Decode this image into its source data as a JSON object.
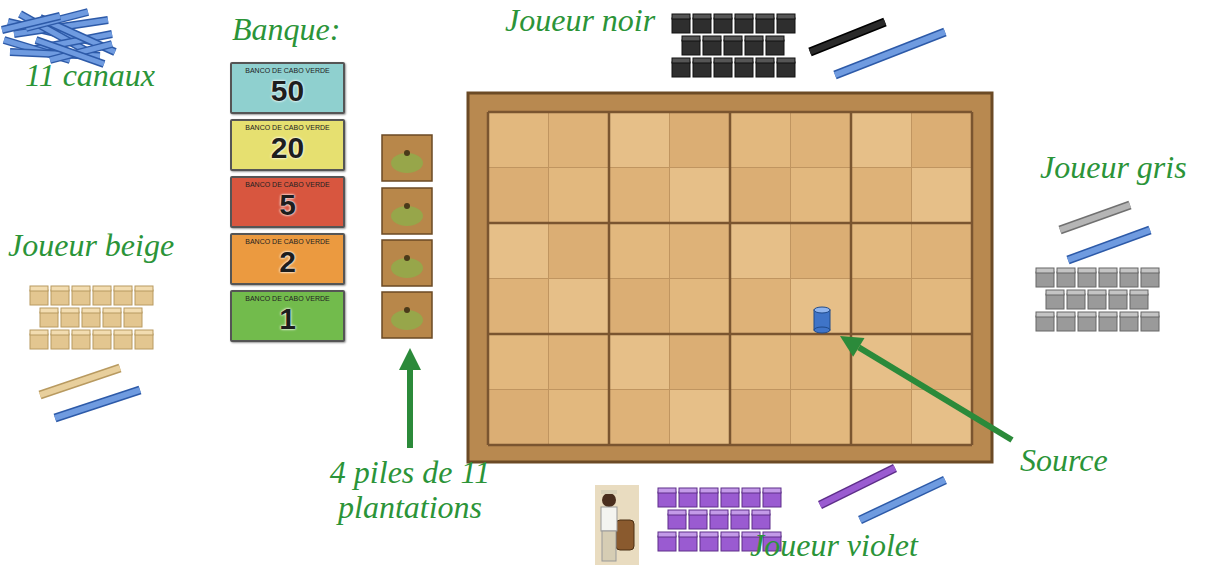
{
  "diagram": {
    "nodes": [
      {
        "text": [
          "BANCO DE CABO VERDE",
          "50"
        ]
      },
      {
        "text": [
          "BANCO DE CABO VERDE",
          "20"
        ]
      },
      {
        "text": [
          "BANCO DE CABO VERDE",
          "5"
        ]
      },
      {
        "text": [
          "BANCO DE CABO VERDE",
          "2"
        ]
      },
      {
        "text": [
          "BANCO DE CABO VERDE",
          "1"
        ]
      }
    ],
    "labels": [
      "Banque:",
      "Joueur noir",
      "Joueur gris",
      "Joueur beige",
      "11 canaux",
      "4 piles de 11 plantations",
      "Source",
      "Joueur violet"
    ]
  }
}
